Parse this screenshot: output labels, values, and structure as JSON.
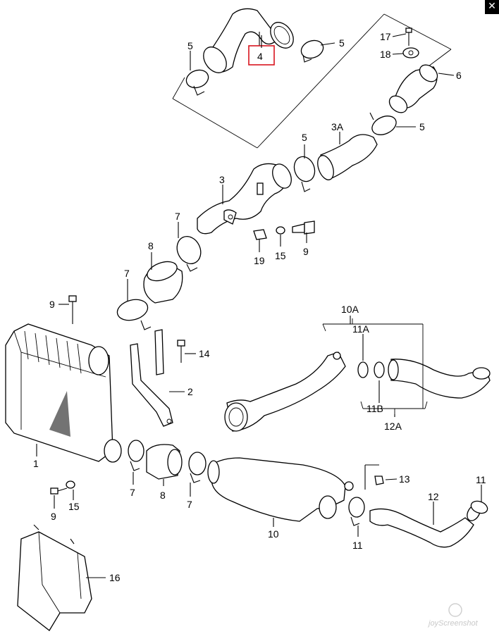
{
  "labels": {
    "l4": "4",
    "l5a": "5",
    "l5b": "5",
    "l5c": "5",
    "l5d": "5",
    "l17": "17",
    "l18": "18",
    "l6": "6",
    "l3a": "3A",
    "l3": "3",
    "l7a": "7",
    "l8a": "8",
    "l19": "19",
    "l15a": "15",
    "l9a": "9",
    "l7b": "7",
    "l9b": "9",
    "l14": "14",
    "l2": "2",
    "l10a": "10A",
    "l11a": "11A",
    "l11b": "11B",
    "l12a": "12A",
    "l1": "1",
    "l7c": "7",
    "l8b": "8",
    "l7d": "7",
    "l10": "10",
    "l13": "13",
    "l11c": "11",
    "l12": "12",
    "l11d": "11",
    "l9c": "9",
    "l15b": "15",
    "l16": "16"
  },
  "highlight_color": "#d9141e",
  "close_icon": "✕",
  "watermark": "joyScreenshot"
}
